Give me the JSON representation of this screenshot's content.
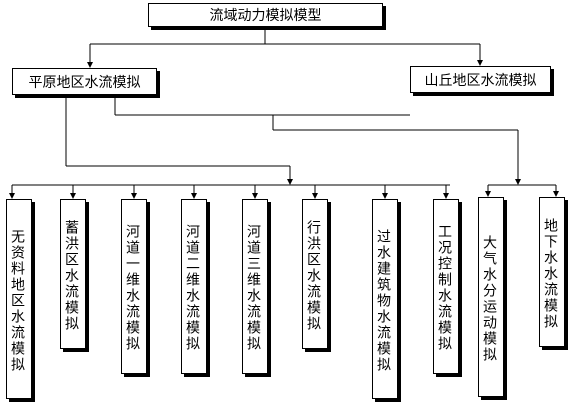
{
  "root": {
    "label": "流域动力模拟模型"
  },
  "level1": [
    {
      "label": "平原地区水流模拟"
    },
    {
      "label": "山丘地区水流模拟"
    }
  ],
  "plain_children": [
    {
      "label": "无资料地区水流模拟"
    },
    {
      "label": "蓄洪区水流模拟"
    },
    {
      "label": "河道一维水流模拟"
    },
    {
      "label": "河道二维水流模拟"
    },
    {
      "label": "河道三维水流模拟"
    },
    {
      "label": "行洪区水流模拟"
    },
    {
      "label": "过水建筑物水流模拟"
    },
    {
      "label": "工况控制水流模拟"
    }
  ],
  "hill_children": [
    {
      "label": "大气水分运动模拟"
    },
    {
      "label": "地下水水流模拟"
    }
  ]
}
